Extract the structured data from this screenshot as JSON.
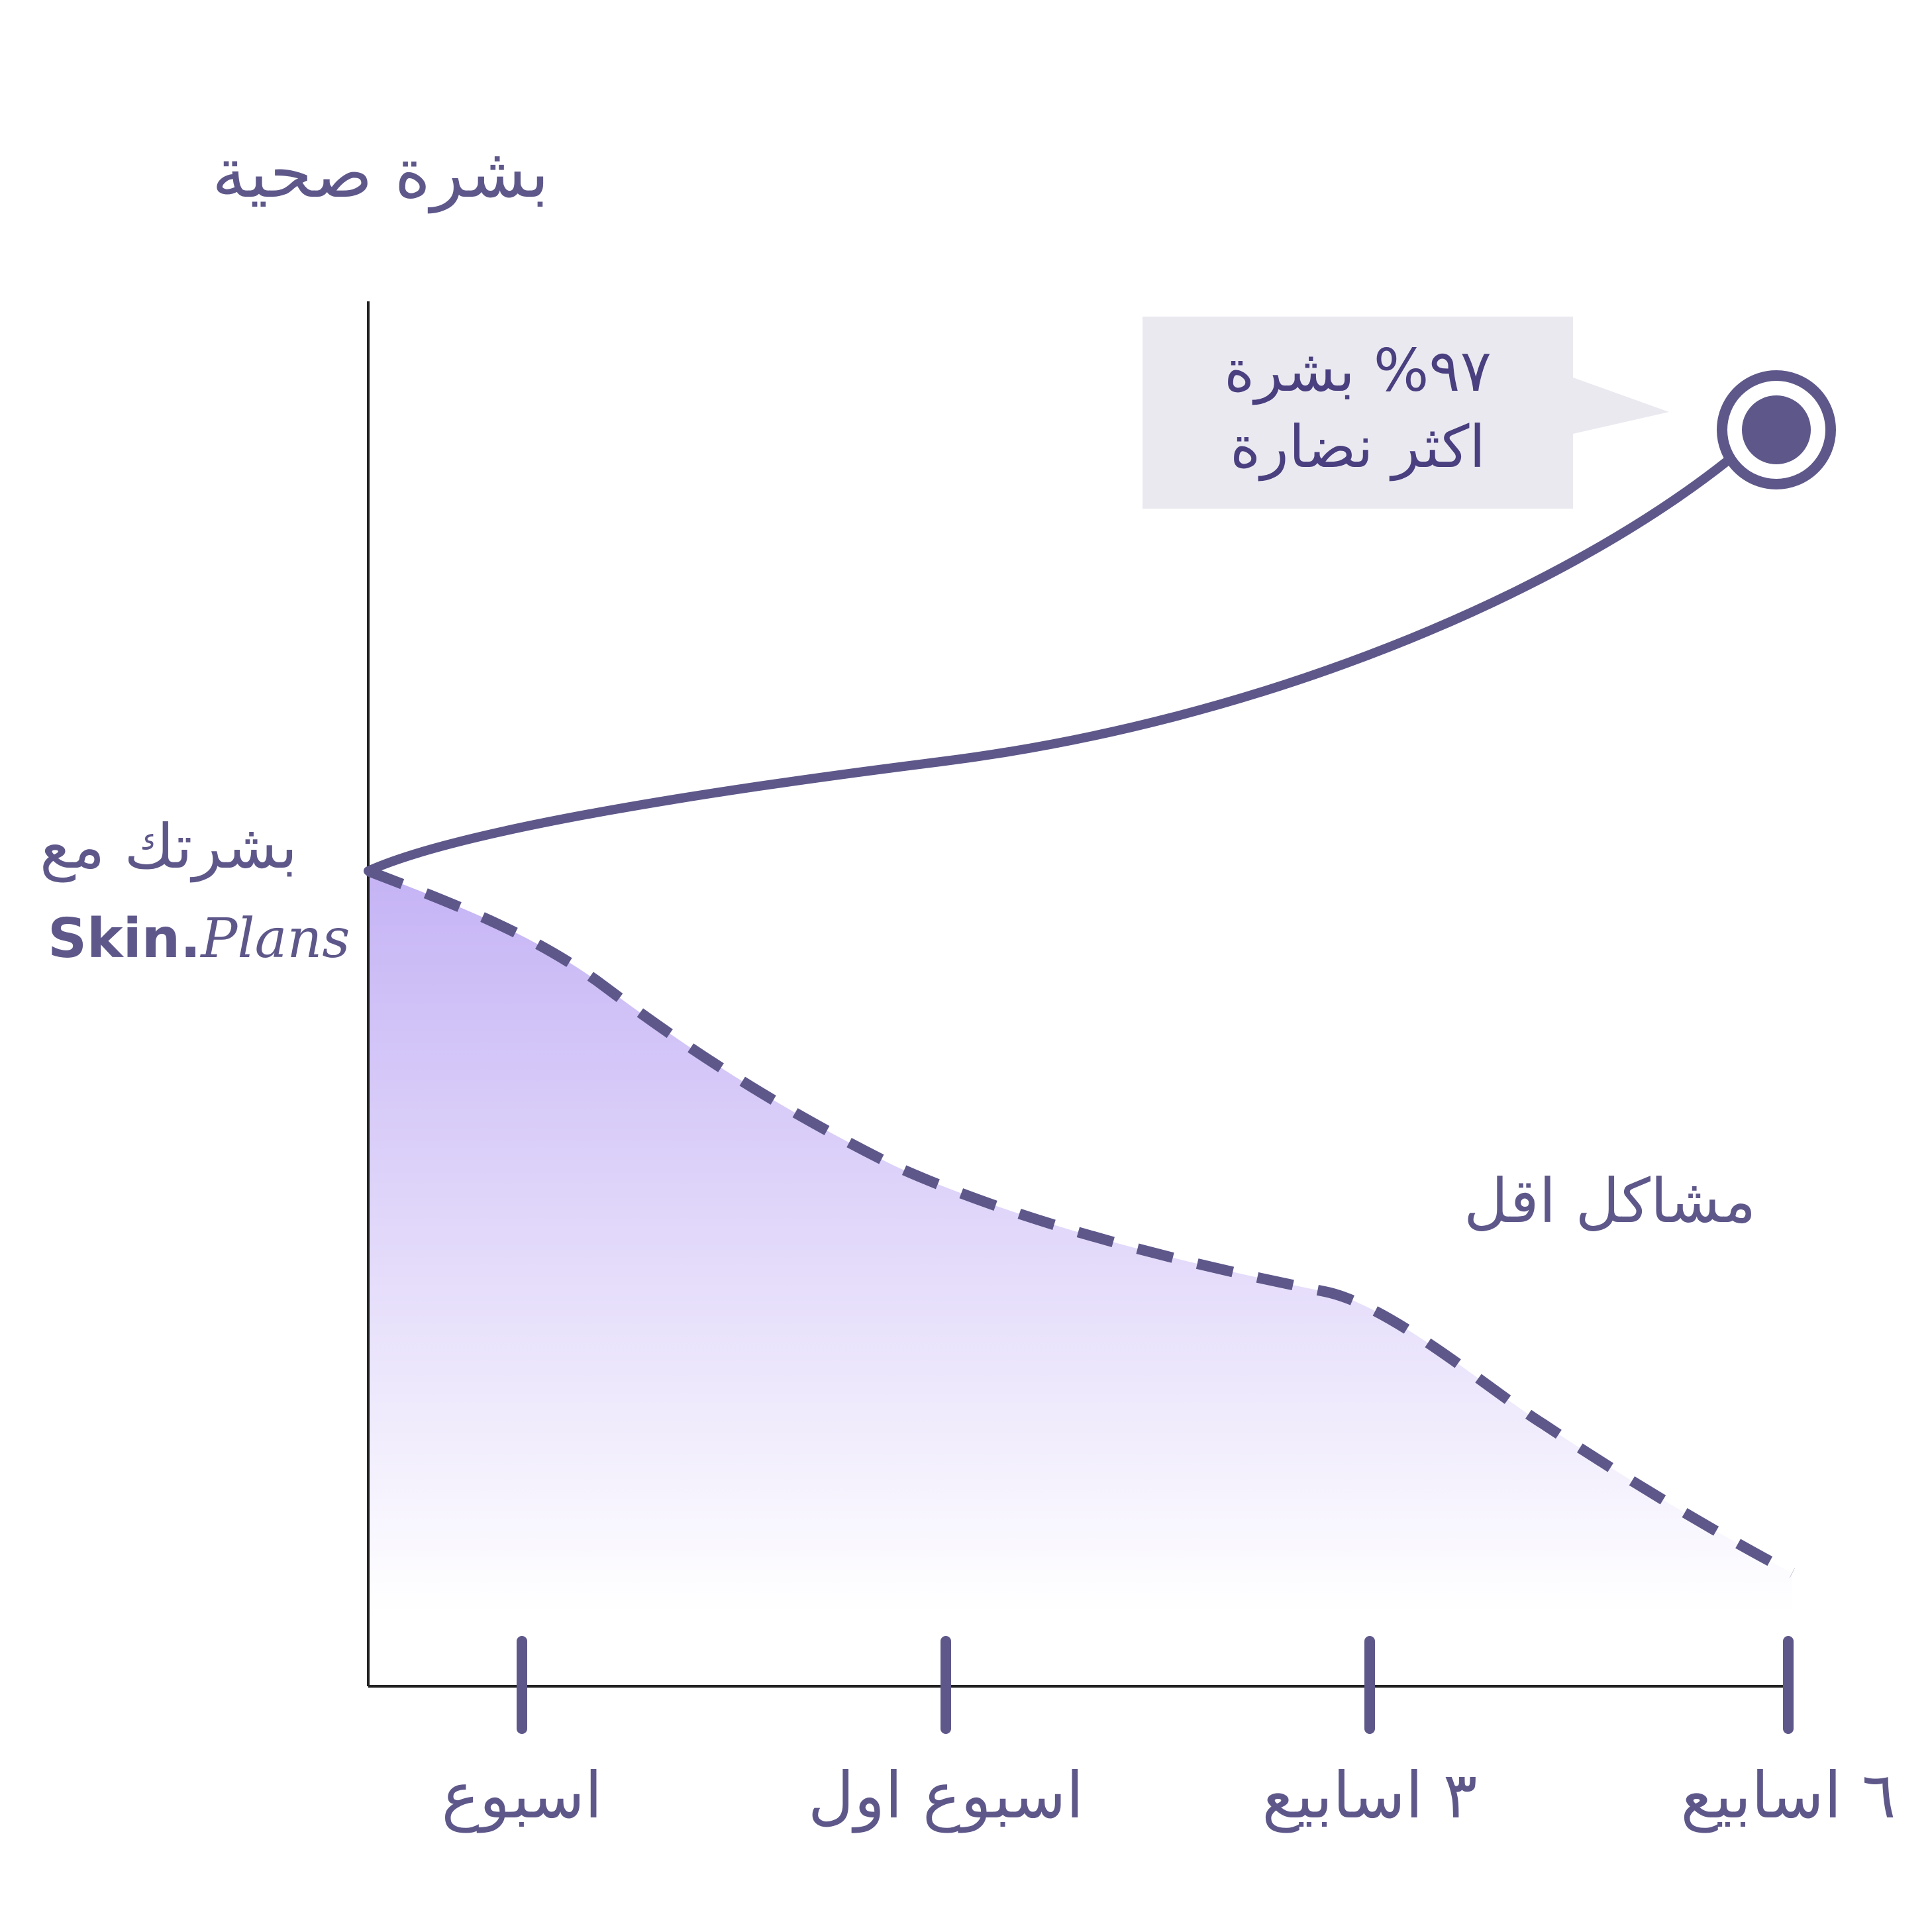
{
  "chart_data": {
    "type": "line",
    "categories": [
      "اسبوع",
      "اسبوع اول",
      "٣ اسابيع",
      "٦ اسابيع"
    ],
    "ylabel": "بشرة صحية",
    "start_label": "بشرتك مع",
    "brand": {
      "part1": "Skin.",
      "part2": "Plans"
    },
    "series": [
      {
        "name": "٩٧% بشرة اكثر نضارة",
        "style": "solid"
      },
      {
        "name": "مشاكل اقل",
        "style": "dashed-area"
      }
    ],
    "callout": {
      "line1": "٩٧% بشرة",
      "line2": "اكثر نضارة"
    },
    "grid": false,
    "colors": {
      "line": "#5e588a",
      "area_top": "#c5b3f5",
      "area_bottom": "#ffffff",
      "callout_bg": "#ebe9f0",
      "axis": "#222222"
    }
  }
}
